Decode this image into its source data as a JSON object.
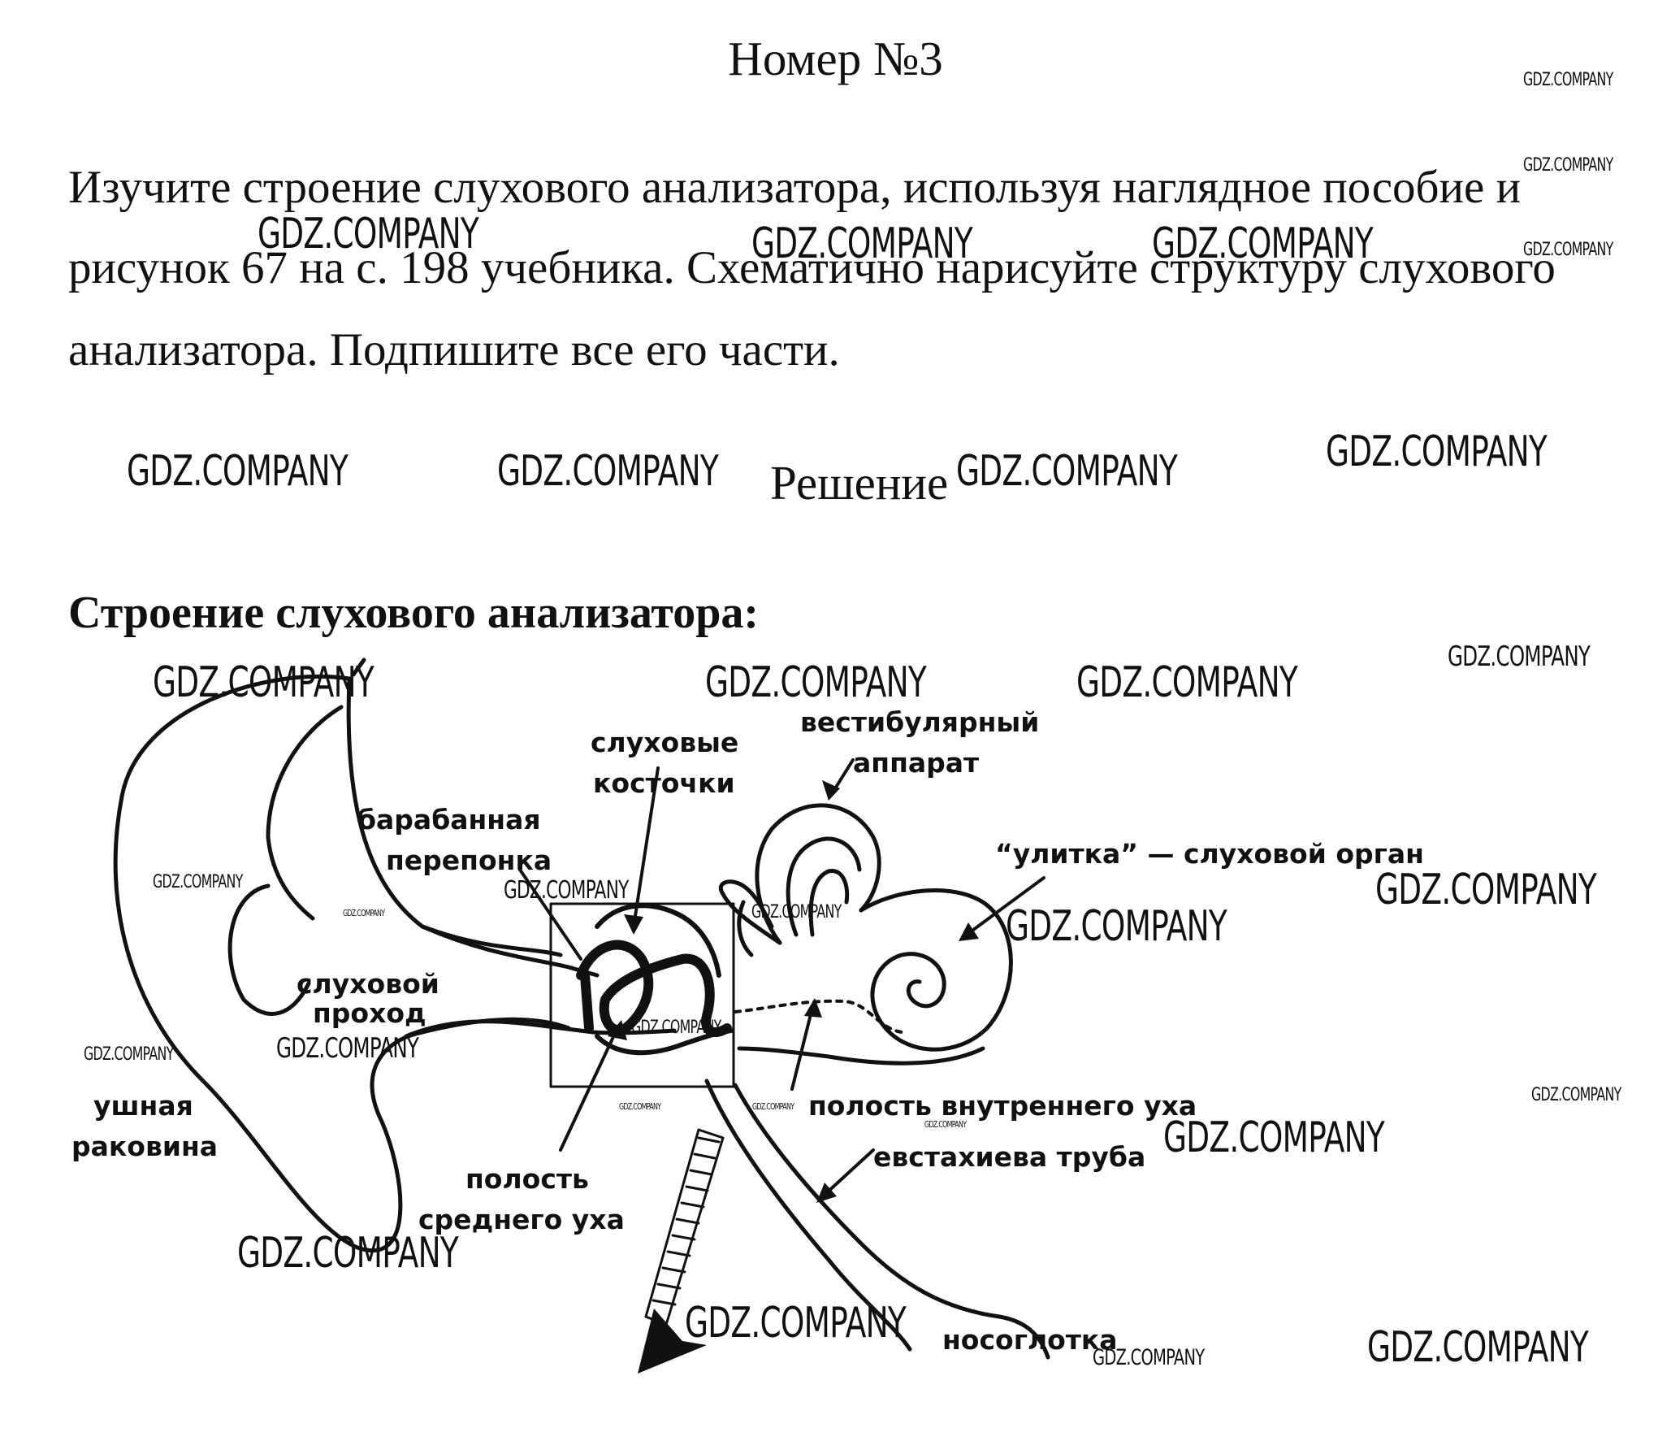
{
  "header": {
    "problem_number": "Номер №3"
  },
  "task": {
    "line1": "Изучите строение слухового анализатора, используя наглядное пособие и",
    "line2": "рисунок 67 на с. 198 учебника. Схематично нарисуйте структуру слухового",
    "line3": "анализатора. Подпишите все его части."
  },
  "solution": {
    "heading": "Решение",
    "section_title": "Строение слухового анализатора:"
  },
  "diagram": {
    "labels": {
      "ossicles_1": "слуховые",
      "ossicles_2": "косточки",
      "vestibular_1": "вестибулярный",
      "vestibular_2": "аппарат",
      "eardrum_1": "барабанная",
      "eardrum_2": "перепонка",
      "cochlea": "“улитка” — слуховой орган",
      "canal_1": "слуховой",
      "canal_2": "проход",
      "pinna_1": "ушная",
      "pinna_2": "раковина",
      "inner_cavity": "полость внутреннего уха",
      "eustachian": "евстахиева труба",
      "middle_1": "полость",
      "middle_2": "среднего уха",
      "nasopharynx": "носоглотка"
    }
  },
  "watermark": {
    "text": "GDZ.COMPANY"
  }
}
